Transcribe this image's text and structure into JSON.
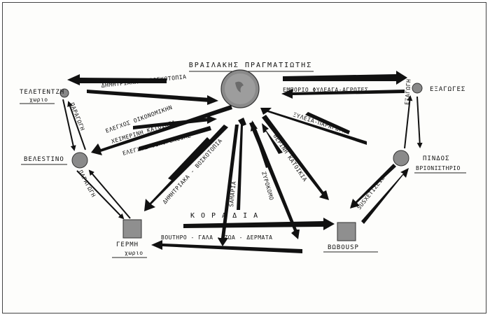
{
  "title": "ΒΡΑΙΛΑΚΗΣ ΠΡΑΓΜΑΤΙΩΤΗΣ",
  "nodes": {
    "teletentzi": {
      "name": "ΤΕΛΕΤΕΝΤΖΗ",
      "sub": "χωριο"
    },
    "exagoges": {
      "name": "ΕΞΑΓΩΓΕΣ"
    },
    "velestino": {
      "name": "ΒΕΛΕSΤΙΝΟ"
    },
    "pindos": {
      "name": "ΠΙΝΔΟΣ",
      "sub": "ΒΡΙΟΝΙΣΤΗΡΙΟ"
    },
    "germi": {
      "name": "ΓΕΡΜΗ",
      "sub": "χωριο"
    },
    "vovousa": {
      "name": "ΒΩΒΟUSΡ"
    }
  },
  "edges": {
    "dimitriaka_top": "ΔΗΜΗΤΡΙΑΚΑ - ΒΟΣΚΟΤΟΠΙΑ",
    "emporio": "ΕΜΠΟΡΙΟ ΦΥΛΕΑΓΑ-ΑΓΡΟΤΕΣ",
    "paragogi_left_top": "ΠΑΡΑΓΩΓΗ",
    "exagoges_down": "ΕΞΑΓΩΓΗ",
    "elegxos_oikonomikh": "ΕΛΕΓΧΟΣ ΟΙΚΟΝΟΜΙΚΗΝ",
    "xeimerini": "ΧΕΙΜΕΡΙΝΗ ΚΑΤΟΙΚΙΑ",
    "elegxos_oikogeneias": "ΕΛΕΓΧΟΣ ΟΙΚΟΓΕΝΕΙΑΣ",
    "xyleia": "ΞΥΛΕΙΑ-ΠΑΡΑΓΩΓΗ",
    "paragogi_left_bottom": "ΠΑΡΑΓΩΓΗ",
    "dimitriaka_bottom": "ΔΗΜΗΤΡΙΑΚΑ - ΒΟΣΚΟΤΟΠΙΑ",
    "samaria": "SΑΜΑΡΙΑ",
    "zyrokomo": "ΖΥΡΟΚΟΜΟ",
    "therini": "ΘΕΡΙΝΗ ΚΑΤΟΙΚΙΑ",
    "sysxetiseis": "SUSXETIΣΕΙΣ",
    "koradia": "ΚΟΡΑΔΙΑ",
    "vouthro": "ΒΟUΤΗΡΟ - ΓΑΛΑ - ΖΩΑ - ΔΕΡΜΑΤΑ"
  }
}
